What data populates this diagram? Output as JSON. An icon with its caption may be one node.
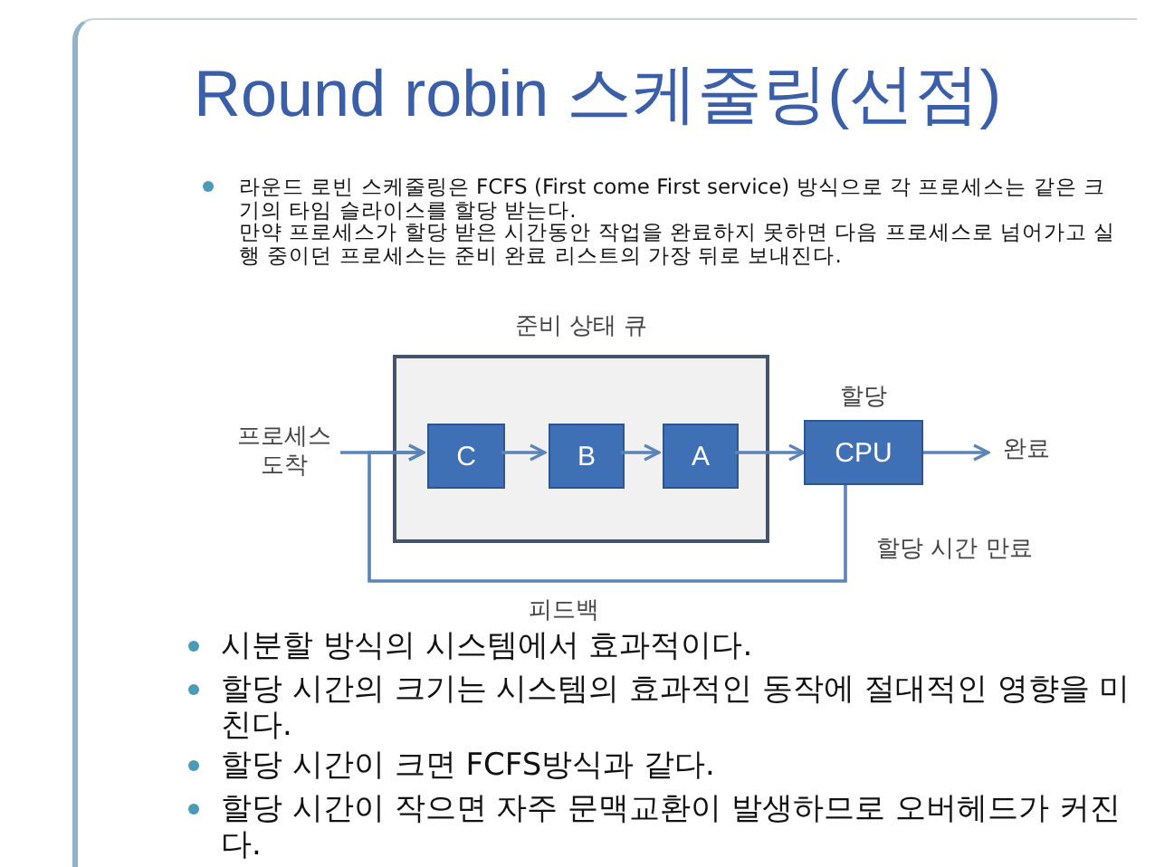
{
  "diagram": {
    "title": "Round robin 스케줄링(선점)",
    "nodes": [
      {
        "text": [
          "준비 상태 큐"
        ]
      },
      {
        "text": [
          "C"
        ],
        "in": 0
      },
      {
        "text": [
          "B"
        ],
        "in": 0
      },
      {
        "text": [
          "A"
        ],
        "in": 0
      },
      {
        "text": [
          "CPU"
        ],
        "beside": [
          "할당"
        ]
      },
      {
        "text": [
          "프로세스 도착"
        ]
      },
      {
        "text": [
          "완료"
        ]
      }
    ],
    "edges": [
      {
        "from": 5,
        "to": 1,
        "arrow": "to"
      },
      {
        "from": 1,
        "to": 2,
        "arrow": "to"
      },
      {
        "from": 2,
        "to": 3,
        "arrow": "to"
      },
      {
        "from": 3,
        "to": 4,
        "arrow": "to"
      },
      {
        "from": 4,
        "to": 6,
        "arrow": "to"
      },
      {
        "from": 4,
        "to": 1,
        "arrow": "to",
        "label": "피드백"
      }
    ],
    "labels": [
      "라운드 로빈 스케줄링은 FCFS (First come First service) 방식으로 각 프로세스는 같은 크기의 타임 슬라이스를 할당 받는다.",
      "만약 프로세스가 할당 받은 시간동안 작업을 완료하지 못하면 다음 프로세스로 넘어가고 실행 중이던 프로세스는 준비 완료 리스트의 가장 뒤로 보내진다.",
      "할당 시간 만료",
      "시분할 방식의 시스템에서 효과적이다.",
      "할당 시간의 크기는 시스템의 효과적인 동작에 절대적인 영향을 미친다.",
      "할당 시간이 크면 FCFS방식과 같다.",
      "할당 시간이 작으면 자주 문맥교환이 발생하므로 오버헤드가 커진다."
    ]
  }
}
